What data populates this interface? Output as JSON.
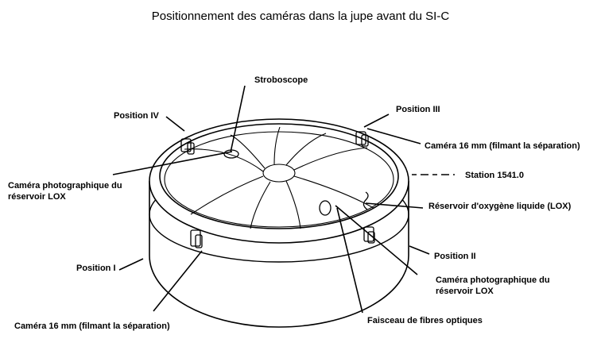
{
  "title": "Positionnement des caméras dans la jupe avant du SI-C",
  "labels": {
    "stroboscope": "Stroboscope",
    "position_iv": "Position IV",
    "position_iii": "Position III",
    "camera_16mm_right": "Caméra 16 mm (filmant la séparation)",
    "station": "Station 1541.0",
    "camera_photo_left": "Caméra photographique du réservoir LOX",
    "reservoir_lox": "Réservoir d'oxygène liquide (LOX)",
    "position_ii": "Position II",
    "position_i": "Position I",
    "camera_photo_right": "Caméra photographique du réservoir LOX",
    "camera_16mm_left": "Caméra 16 mm (filmant la séparation)",
    "faisceau": "Faisceau de fibres optiques"
  },
  "colors": {
    "ink": "#000000",
    "paper": "#ffffff"
  }
}
